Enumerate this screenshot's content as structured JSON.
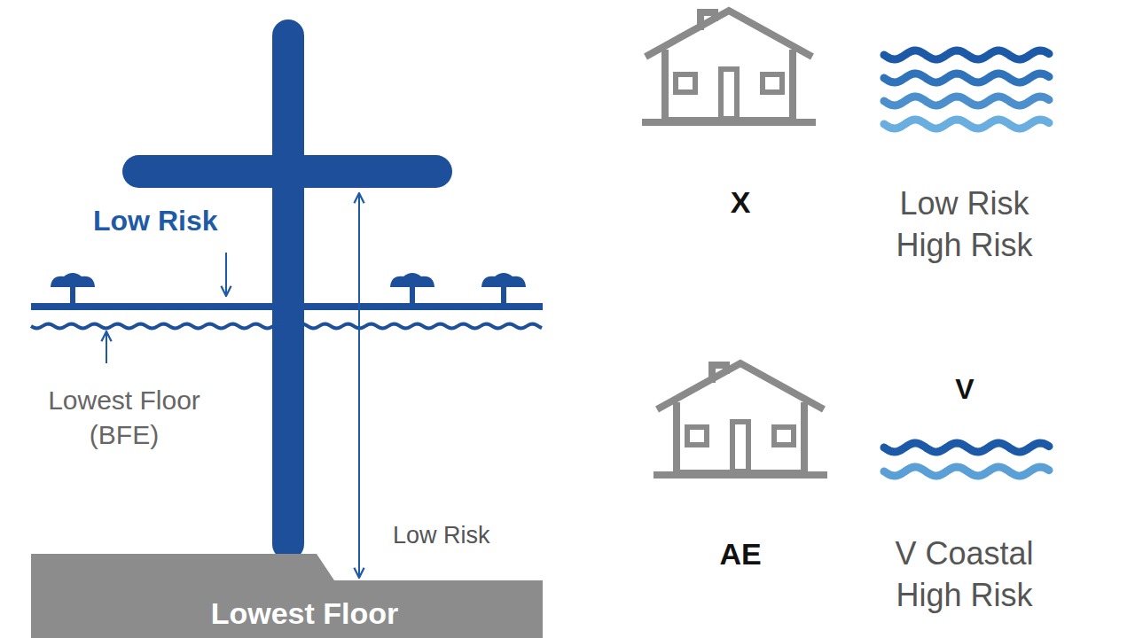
{
  "diagram": {
    "nodes": [
      {
        "text": [
          "Lowest Floor"
        ]
      }
    ],
    "labels": [
      "Low Risk",
      "Lowest Floor (BFE)",
      "Low Risk",
      "X",
      "Low Risk High Risk",
      "AE",
      "V",
      "V Coastal High Risk"
    ]
  }
}
